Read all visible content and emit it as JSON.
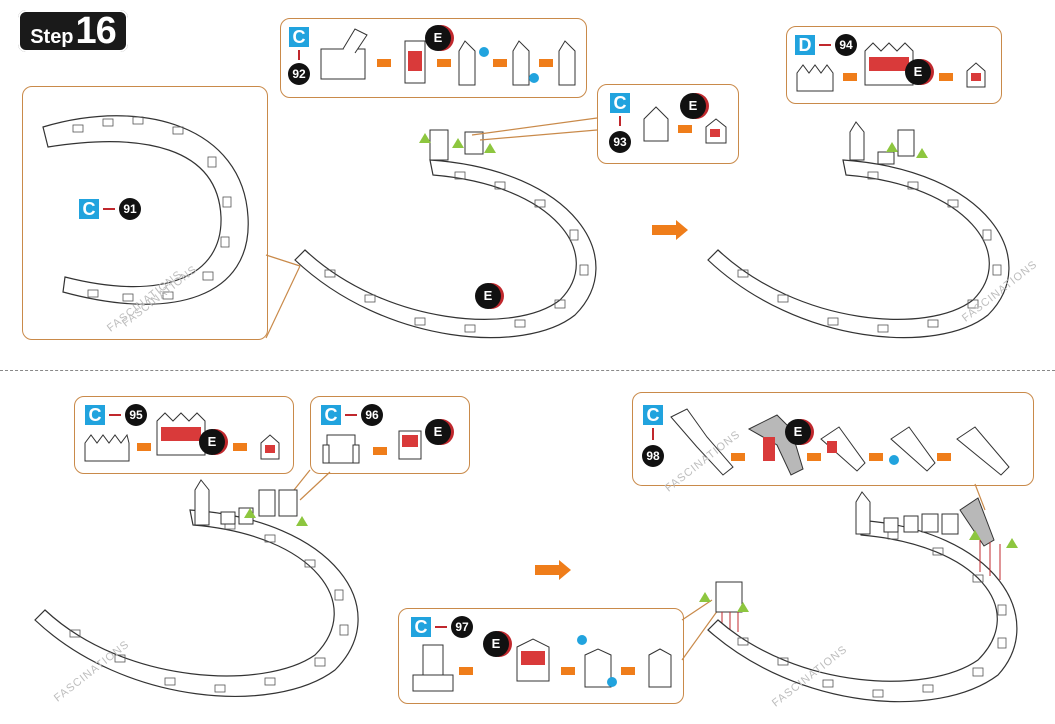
{
  "step": {
    "word": "Step",
    "number": "16"
  },
  "callouts": {
    "c91": {
      "letter": "C",
      "number": "91"
    },
    "c92": {
      "letter": "C",
      "number": "92",
      "badge": "E"
    },
    "c93": {
      "letter": "C",
      "number": "93",
      "badge": "E"
    },
    "d94": {
      "letter": "D",
      "number": "94",
      "badge": "E"
    },
    "c95": {
      "letter": "C",
      "number": "95",
      "badge": "E"
    },
    "c96": {
      "letter": "C",
      "number": "96",
      "badge": "E"
    },
    "c97": {
      "letter": "C",
      "number": "97",
      "badge": "E"
    },
    "c98": {
      "letter": "C",
      "number": "98",
      "badge": "E"
    }
  },
  "track_badge": "E",
  "watermark": "FASCINATIONS",
  "colors": {
    "accent_blue": "#21a3de",
    "orange": "#ef7d1a",
    "green": "#8dc63f",
    "red": "#c0282d",
    "border": "#c98a4a"
  },
  "icons": [
    "step-arrow-icon",
    "green-triangle-icon",
    "blue-dot-icon"
  ]
}
